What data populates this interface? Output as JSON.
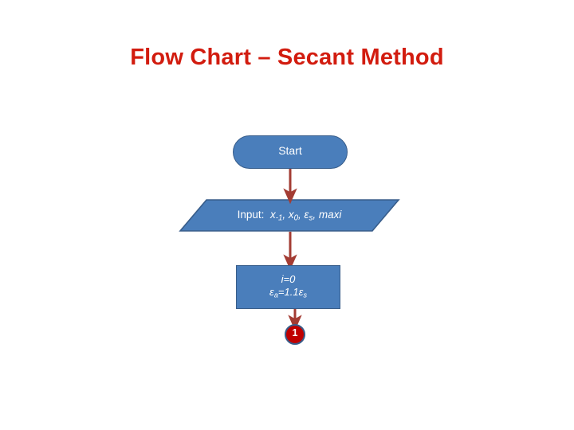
{
  "slide": {
    "title": "Flow Chart – Secant Method",
    "title_color": "#D21C0F",
    "background_color": "#FFFFFF"
  },
  "theme": {
    "shape_fill": "#4A7EBB",
    "shape_border": "#385D8A",
    "shape_text_color": "#FFFFFF",
    "arrow_color": "#A33C33",
    "connector_fill": "#C00000"
  },
  "flowchart": {
    "nodes": [
      {
        "id": "start",
        "type": "terminator",
        "label": "Start"
      },
      {
        "id": "input",
        "type": "input-parallelogram",
        "label_prefix": "Input:",
        "label_vars": "x-1, x0, εs, maxi",
        "label_full": "Input:  x-1, x0, εs, maxi"
      },
      {
        "id": "process-init",
        "type": "process",
        "line1": "i=0",
        "line2": "εa=1.1εs"
      },
      {
        "id": "connector-1",
        "type": "off-page-connector",
        "label": "1"
      }
    ],
    "edges": [
      {
        "from": "start",
        "to": "input"
      },
      {
        "from": "input",
        "to": "process-init"
      },
      {
        "from": "process-init",
        "to": "connector-1"
      }
    ]
  }
}
